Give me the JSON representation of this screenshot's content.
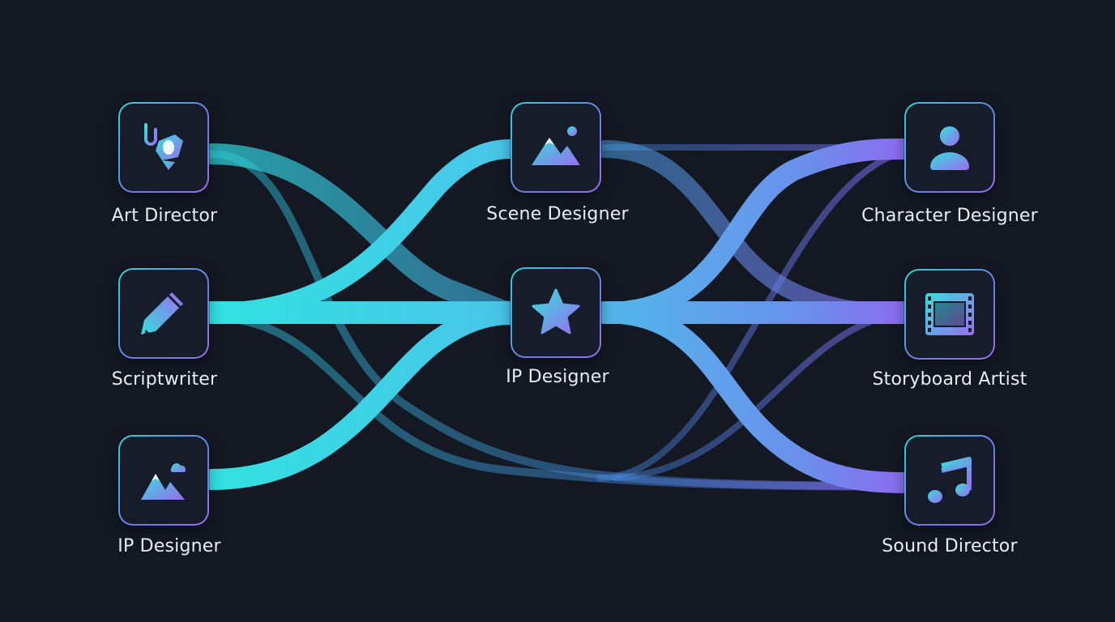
{
  "nodes": [
    {
      "id": "art-director",
      "label": "Art Director",
      "icon": "spotlight-icon"
    },
    {
      "id": "scriptwriter",
      "label": "Scriptwriter",
      "icon": "pencil-icon"
    },
    {
      "id": "ip-designer-left",
      "label": "IP Designer",
      "icon": "mountain-cloud-icon"
    },
    {
      "id": "scene-designer",
      "label": "Scene Designer",
      "icon": "landscape-icon"
    },
    {
      "id": "ip-designer-center",
      "label": "IP Designer",
      "icon": "star-icon"
    },
    {
      "id": "character-designer",
      "label": "Character Designer",
      "icon": "person-icon"
    },
    {
      "id": "storyboard-artist",
      "label": "Storyboard Artist",
      "icon": "film-strip-icon"
    },
    {
      "id": "sound-director",
      "label": "Sound Director",
      "icon": "music-note-icon"
    }
  ],
  "colors": {
    "background": "#131823",
    "flow_start": "#2ee6e0",
    "flow_mid": "#5aa8ea",
    "flow_end": "#9a5cf0",
    "label": "#e8ecf3"
  }
}
